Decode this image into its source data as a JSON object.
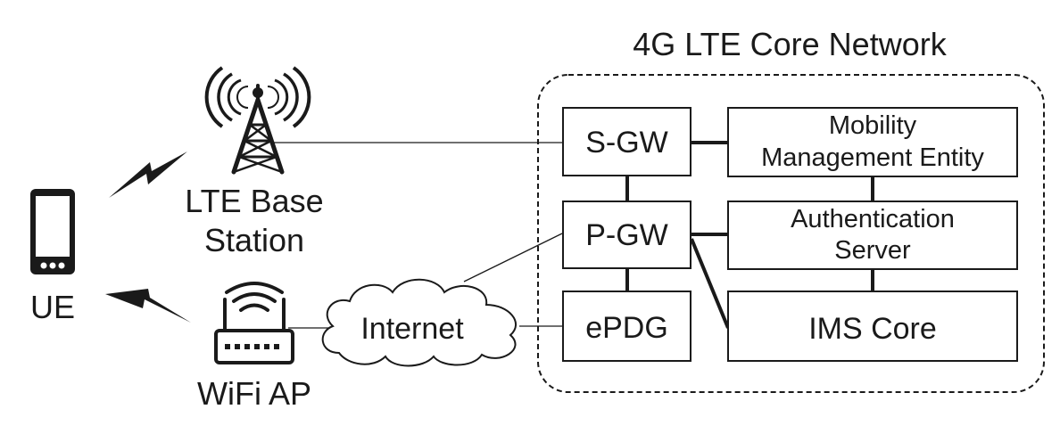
{
  "title": "4G LTE Core Network",
  "devices": {
    "ue": "UE",
    "base_station": [
      "LTE Base",
      "Station"
    ],
    "wifi_ap": "WiFi AP",
    "internet": "Internet"
  },
  "core": {
    "sgw": "S-GW",
    "pgw": "P-GW",
    "epdg": "ePDG",
    "mme": [
      "Mobility",
      "Management Entity"
    ],
    "auth": [
      "Authentication",
      "Server"
    ],
    "ims": "IMS Core"
  }
}
